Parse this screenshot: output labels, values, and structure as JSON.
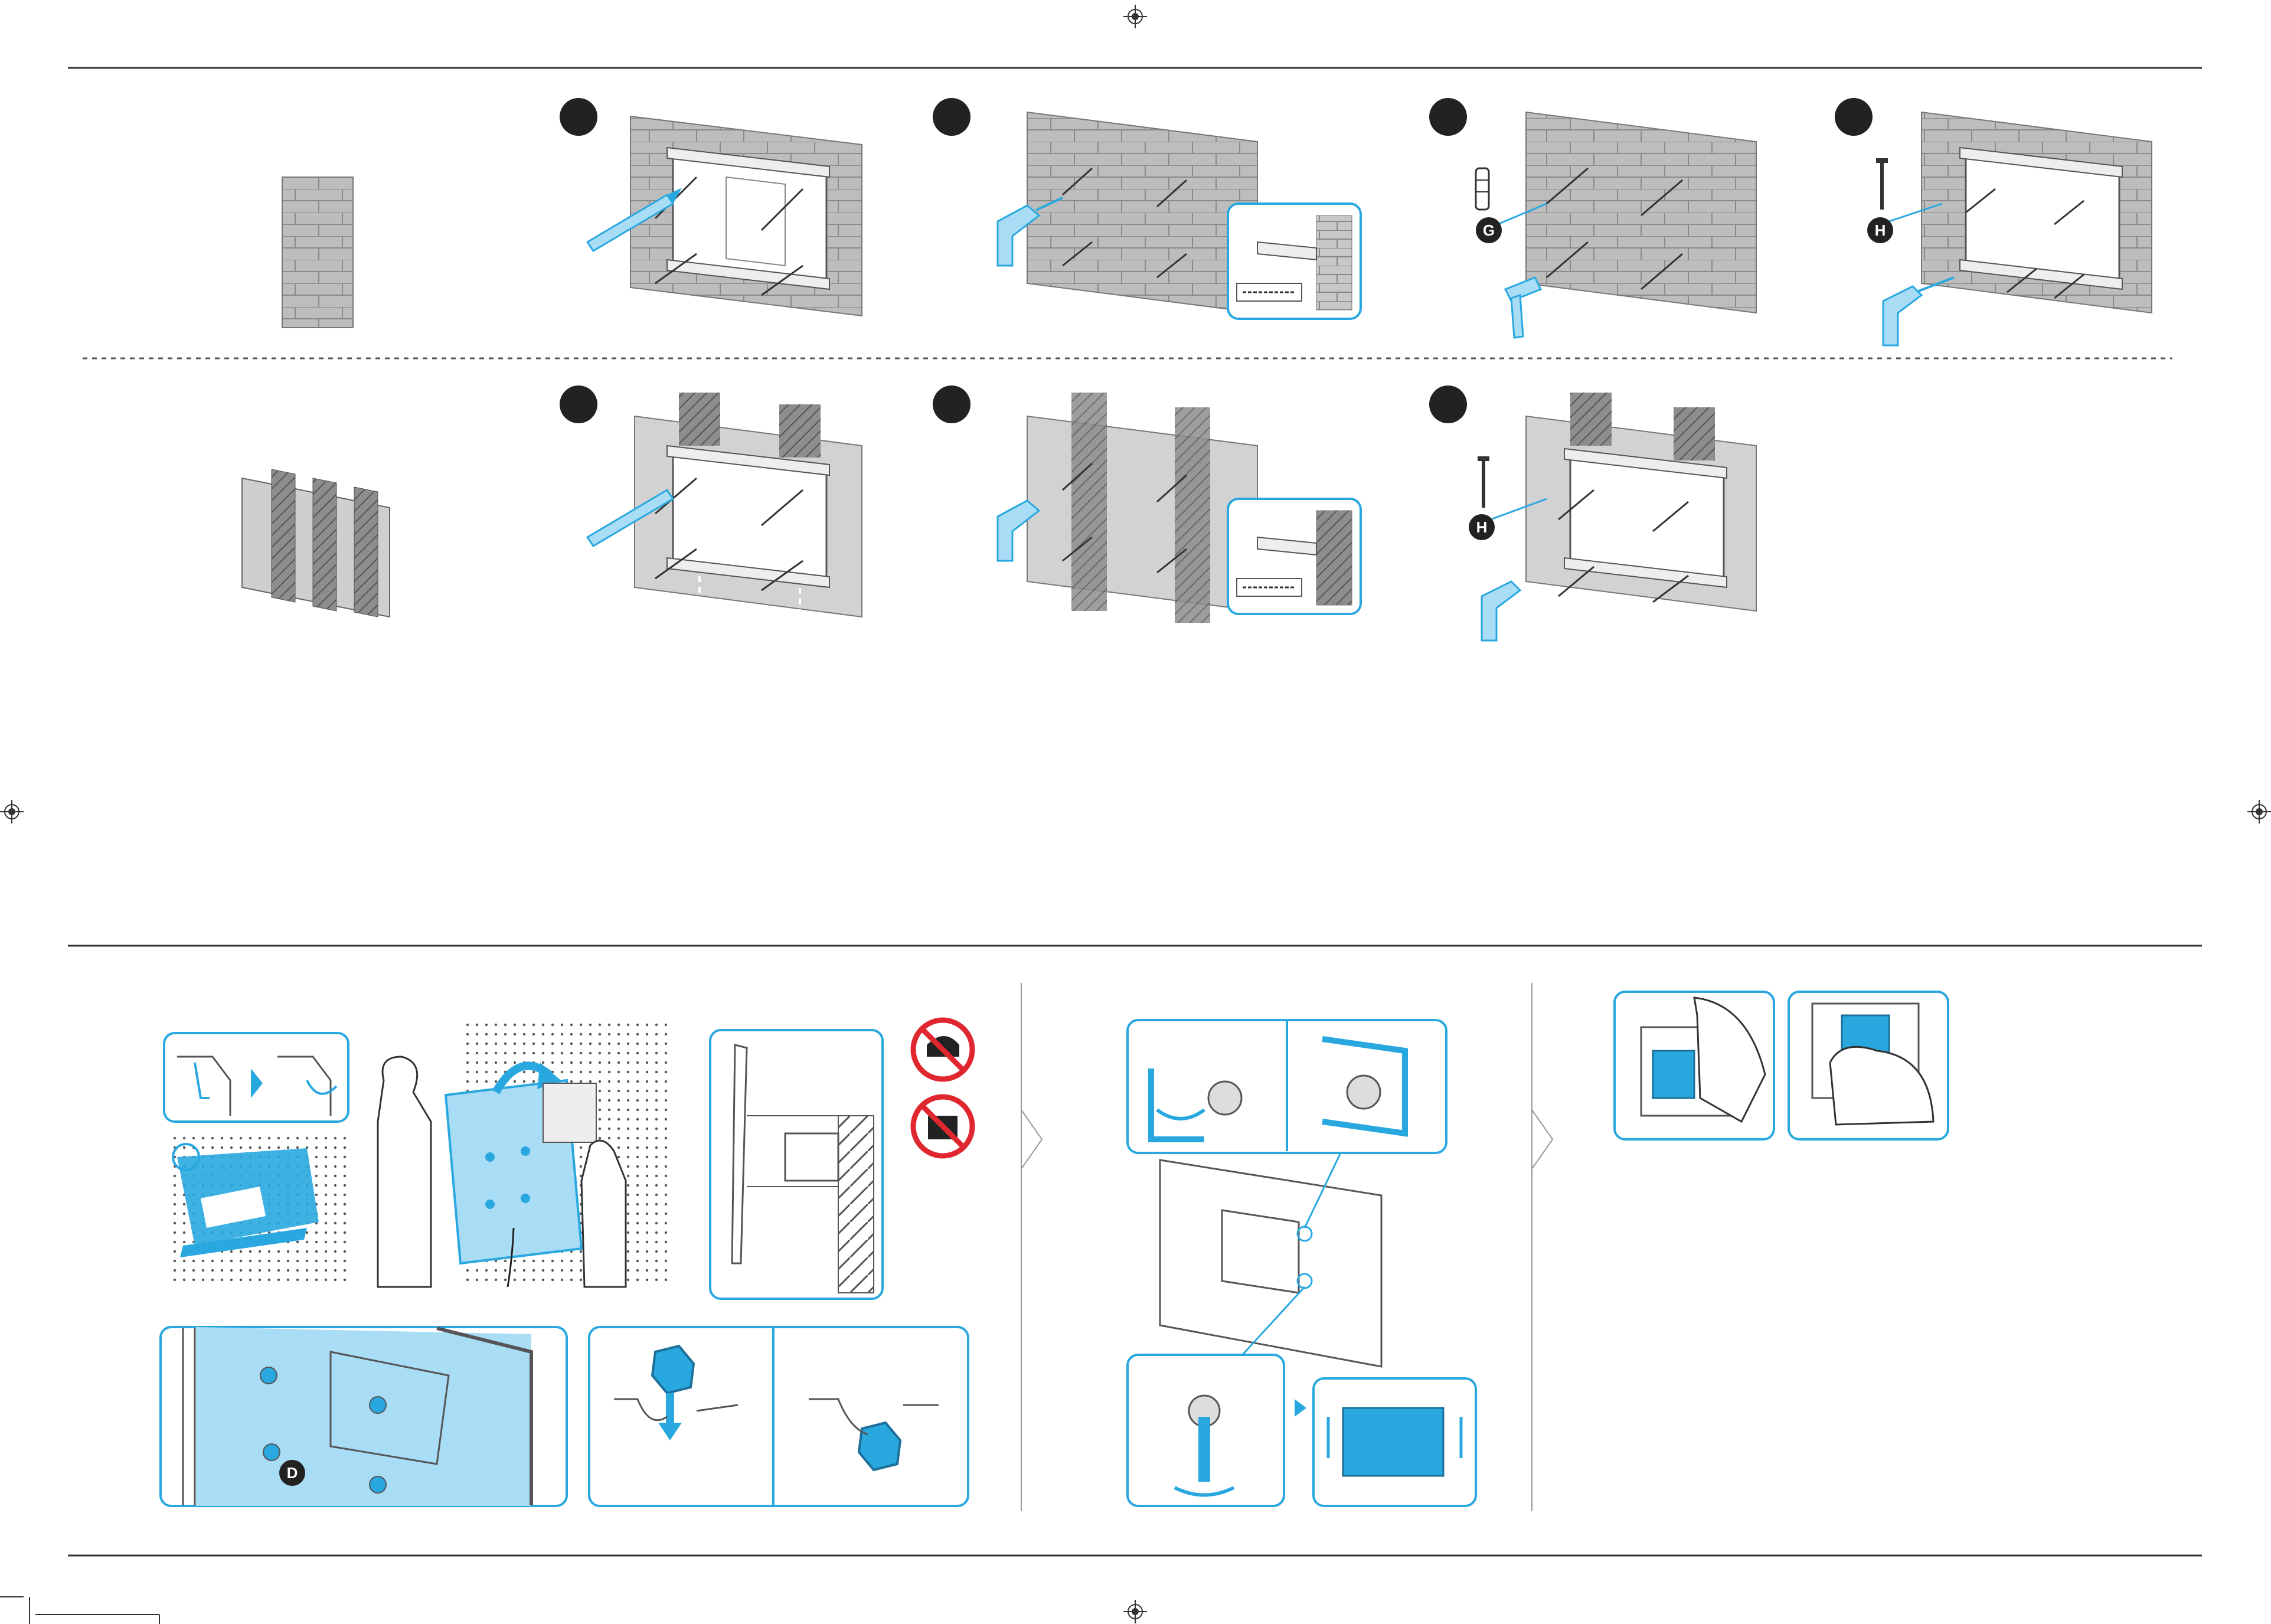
{
  "colors": {
    "accent": "#29a8e0",
    "light_accent": "#a9dcf5",
    "wall": "#bdbdbd",
    "brick_line": "#8a8a8a",
    "ink": "#333333",
    "badge": "#222222",
    "prohibit": "#e0262e"
  },
  "part_labels": {
    "anchor": "G",
    "screw_top": "H",
    "screw_bottom": "H",
    "bolt": "D"
  },
  "icons": [
    "step-number-badge",
    "wall-anchor-icon",
    "screw-icon",
    "screwdriver-icon",
    "drill-icon",
    "hammer-icon",
    "no-step-icon",
    "no-lean-icon",
    "registration-mark-icon"
  ]
}
